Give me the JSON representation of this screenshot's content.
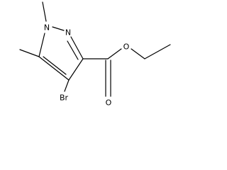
{
  "molecule": {
    "atoms": {
      "n1": "N",
      "n2": "N",
      "o_ester": "O",
      "o_carbonyl": "O",
      "br": "Br"
    },
    "colors": {
      "bond": "#000000",
      "label": "#000000",
      "background": "#ffffff"
    }
  }
}
